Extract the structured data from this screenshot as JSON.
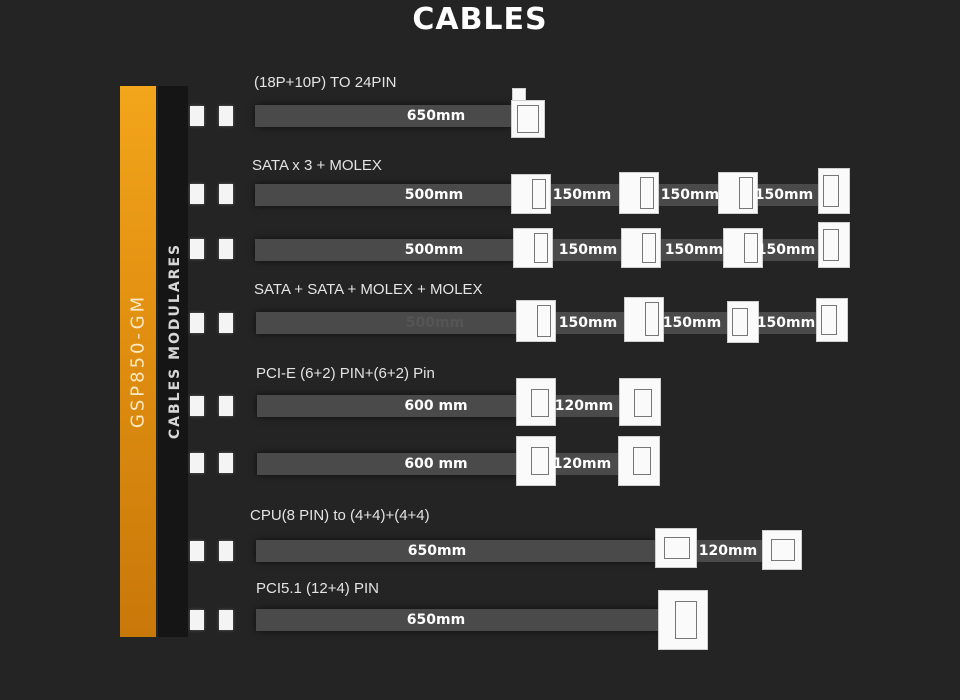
{
  "title": "CABLES",
  "psu_label": "GSP850-GM",
  "modular_label": "CABLES MODULARES",
  "groups": [
    {
      "label": "(18P+10P) TO 24PIN",
      "cables": [
        {
          "main": "650mm",
          "segments": []
        }
      ]
    },
    {
      "label": "SATA x 3 + MOLEX",
      "cables": [
        {
          "main": "500mm",
          "segments": [
            "150mm",
            "150mm",
            "150mm"
          ]
        },
        {
          "main": "500mm",
          "segments": [
            "150mm",
            "150mm",
            "150mm"
          ]
        }
      ]
    },
    {
      "label": "SATA + SATA + MOLEX + MOLEX",
      "cables": [
        {
          "main": "500mm",
          "segments": [
            "150mm",
            "150mm",
            "150mm"
          ]
        }
      ]
    },
    {
      "label": "PCI-E (6+2) PIN+(6+2) Pin",
      "cables": [
        {
          "main": "600 mm",
          "segments": [
            "120mm"
          ]
        },
        {
          "main": "600 mm",
          "segments": [
            "120mm"
          ]
        }
      ]
    },
    {
      "label": "CPU(8 PIN) to (4+4)+(4+4)",
      "cables": [
        {
          "main": "650mm",
          "segments": [
            "120mm"
          ]
        }
      ]
    },
    {
      "label": "PCI5.1 (12+4) PIN",
      "cables": [
        {
          "main": "650mm",
          "segments": []
        }
      ]
    }
  ]
}
